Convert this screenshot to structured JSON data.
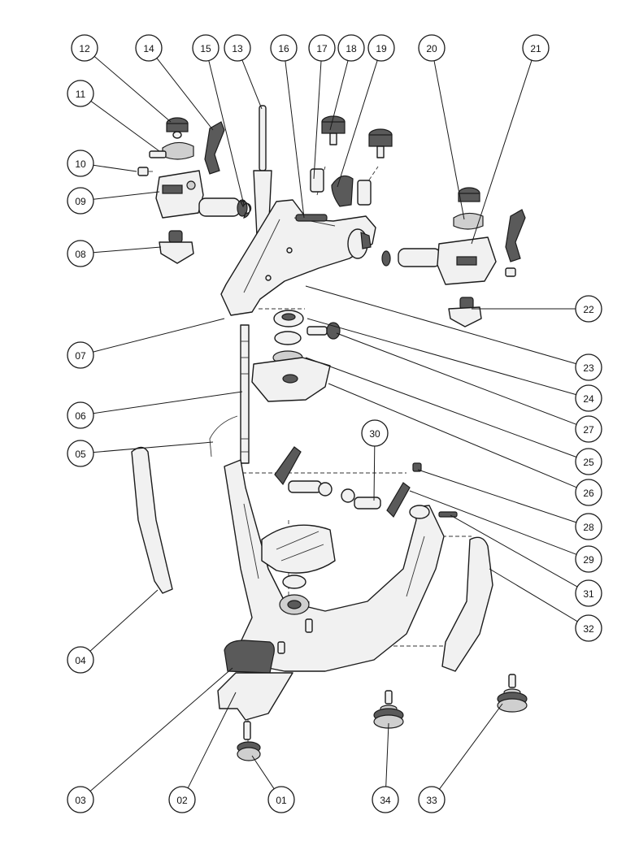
{
  "diagram": {
    "callouts": [
      {
        "label": "12"
      },
      {
        "label": "14"
      },
      {
        "label": "15"
      },
      {
        "label": "13"
      },
      {
        "label": "16"
      },
      {
        "label": "17"
      },
      {
        "label": "18"
      },
      {
        "label": "19"
      },
      {
        "label": "20"
      },
      {
        "label": "21"
      },
      {
        "label": "11"
      },
      {
        "label": "10"
      },
      {
        "label": "09"
      },
      {
        "label": "08"
      },
      {
        "label": "07"
      },
      {
        "label": "06"
      },
      {
        "label": "05"
      },
      {
        "label": "04"
      },
      {
        "label": "03"
      },
      {
        "label": "02"
      },
      {
        "label": "01"
      },
      {
        "label": "34"
      },
      {
        "label": "33"
      },
      {
        "label": "22"
      },
      {
        "label": "23"
      },
      {
        "label": "24"
      },
      {
        "label": "27"
      },
      {
        "label": "25"
      },
      {
        "label": "26"
      },
      {
        "label": "30"
      },
      {
        "label": "28"
      },
      {
        "label": "29"
      },
      {
        "label": "31"
      },
      {
        "label": "32"
      }
    ]
  }
}
